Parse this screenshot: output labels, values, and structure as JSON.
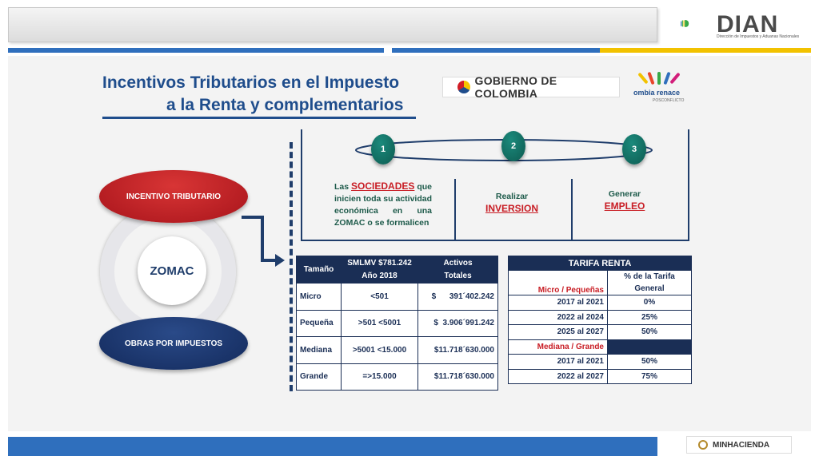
{
  "header": {
    "dian_name": "DIAN",
    "dian_subtitle": "Dirección de Impuestos y Aduanas Nacionales",
    "stripe_colors": [
      "#2f6fbd",
      "#ffffff",
      "#2f6fbd",
      "#f2c200"
    ]
  },
  "title": {
    "line1": "Incentivos Tributarios en el Impuesto",
    "line2": "a la Renta y complementarios"
  },
  "partners": {
    "gobierno": "GOBIERNO DE COLOMBIA",
    "renace_name": "ombia renace",
    "renace_sub": "POSCONFLICTO"
  },
  "diagram": {
    "top_label": "INCENTIVO TRIBUTARIO",
    "center_label": "ZOMAC",
    "bottom_label": "OBRAS POR IMPUESTOS"
  },
  "steps": [
    {
      "number": "1",
      "prefix": "Las ",
      "highlight": "SOCIEDADES",
      "suffix": " que inicien toda su actividad económica en una ZOMAC o se formalicen"
    },
    {
      "number": "2",
      "prefix": "Realizar",
      "highlight": "INVERSION",
      "suffix": ""
    },
    {
      "number": "3",
      "prefix": "Generar",
      "highlight": "EMPLEO",
      "suffix": ""
    }
  ],
  "size_table": {
    "headers": [
      "Tamaño",
      "SMLMV $781.242\nAño 2018",
      "Activos\nTotales"
    ],
    "rows": [
      [
        "Micro",
        "<501",
        "$      391´402.242"
      ],
      [
        "Pequeña",
        ">501 <5001",
        "$  3.906´991.242"
      ],
      [
        "Mediana",
        ">5001 <15.000",
        "$11.718´630.000"
      ],
      [
        "Grande",
        "=>15.000",
        "$11.718´630.000"
      ]
    ]
  },
  "rate_table": {
    "title": "TARIFA RENTA",
    "col_header": "% de la Tarifa General",
    "section1": "Micro / Pequeñas",
    "section1_rows": [
      [
        "2017 al 2021",
        "0%"
      ],
      [
        "2022 al 2024",
        "25%"
      ],
      [
        "2025 al 2027",
        "50%"
      ]
    ],
    "section2": "Mediana / Grande",
    "section2_rows": [
      [
        "2017 al 2021",
        "50%"
      ],
      [
        "2022 al 2027",
        "75%"
      ]
    ]
  },
  "footer": {
    "minhacienda": "MINHACIENDA"
  }
}
